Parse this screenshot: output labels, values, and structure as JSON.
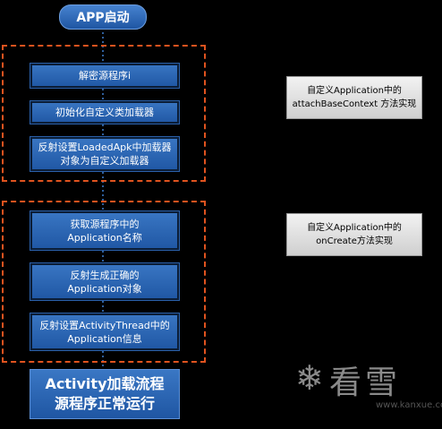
{
  "start": {
    "label": "APP启动"
  },
  "group1": {
    "steps": [
      "解密源程序i",
      "初始化自定义类加载器",
      "反射设置LoadedApk中加载器对象为自定义加载器"
    ],
    "note_line1": "自定义Application中的",
    "note_line2": "attachBaseContext 方法实现"
  },
  "group2": {
    "steps": [
      "获取源程序中的Application名称",
      "反射生成正确的Application对象",
      "反射设置ActivityThread中的Application信息"
    ],
    "note_line1": "自定义Application中的",
    "note_line2": "onCreate方法实现"
  },
  "end": {
    "line1": "Activity加载流程",
    "line2": "源程序正常运行"
  },
  "watermark": {
    "text": "看雪",
    "sub": "www.kanxue.com",
    "icon": "snowflake-icon"
  },
  "colors": {
    "box": "#2a66b4",
    "dash": "#e0531f",
    "note": "#e0e0e0"
  }
}
